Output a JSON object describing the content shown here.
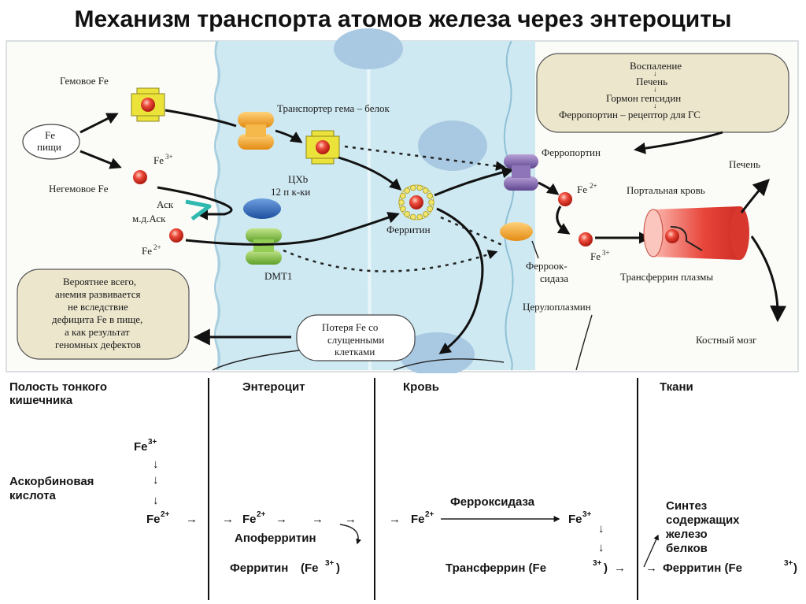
{
  "title": "Механизм транспорта атомов железа через энтероциты",
  "upper": {
    "heme_fe": "Гемовое Fe",
    "food_fe": [
      "Fe",
      "пищи"
    ],
    "fe3": "Fe",
    "fe3_sup": "3+",
    "nonheme_fe": "Негемовое Fe",
    "ask": "Аск",
    "dhask": "м.д.Аск",
    "fe2": "Fe",
    "fe2_sup": "2+",
    "heme_transporter": "Транспортер гема – белок",
    "cyb": "ЦХb",
    "cyb_sub": "12 п к-ки",
    "dmt1": "DMT1",
    "ferritin": "Ферритин",
    "ferroportin": "Ферропортин",
    "ferroportin_fe": "Fe",
    "ferroportin_fe_sup": "2+",
    "ferroxidase": [
      "Ферроок-",
      "сидаза"
    ],
    "fe3b": "Fe",
    "fe3b_sup": "3+",
    "ceruloplasmin": "Церулоплазмин",
    "transferrin": "Трансферрин плазмы",
    "portal": "Портальная кровь",
    "liver": "Печень",
    "marrow": "Костный мозг",
    "loss": [
      "Потеря Fe со",
      "слущенными",
      "клетками"
    ],
    "note": [
      "Вероятнее всего,",
      "анемия развивается",
      "не вследствие",
      "дефицита Fe в пище,",
      "а как результат",
      "геномных дефектов"
    ],
    "cascade": [
      "Воспаление",
      "Печень",
      "Гормон гепсидин",
      "Ферропортин – рецептор для ГС"
    ]
  },
  "lower": {
    "col1": [
      "Полость тонкого",
      "кишечника"
    ],
    "col2": "Энтероцит",
    "col3": "Кровь",
    "col4": "Ткани",
    "fe3": "Fe",
    "fe3_sup": "3+",
    "ascorbic": [
      "Аскорбиновая",
      "кислота"
    ],
    "fe2": "Fe",
    "fe2_sup": "2+",
    "apoferritin": "Апоферритин",
    "ferritin_ent": "Ферритин",
    "ferritin_ent_fe": "(Fe",
    "ferritin_ent_sup": "3+",
    "ferritin_ent_close": ")",
    "ferroxidase": "Ферроксидаза",
    "transferrin": "Трансферрин (Fe",
    "transferrin_sup": "3+",
    "transferrin_close": ")",
    "synth": [
      "Синтез",
      "содержащих",
      "железо",
      "белков"
    ],
    "ferritin_tis": "Ферритин (Fe",
    "ferritin_tis_sup": "3+",
    "ferritin_tis_close": ")"
  },
  "colors": {
    "cell_fill": "#cfe9f2",
    "nucleus": "#a9c9e3",
    "heme_cross": "#ece33a",
    "fe_ball": "#e23b2c",
    "orange_channel": "#f3a62a",
    "green_channel": "#7bbf3a",
    "purple_channel": "#7b5ea7",
    "blue_cyb": "#2a66b8",
    "beige_box": "#ece6cc",
    "portal_red": "#e8453a"
  }
}
